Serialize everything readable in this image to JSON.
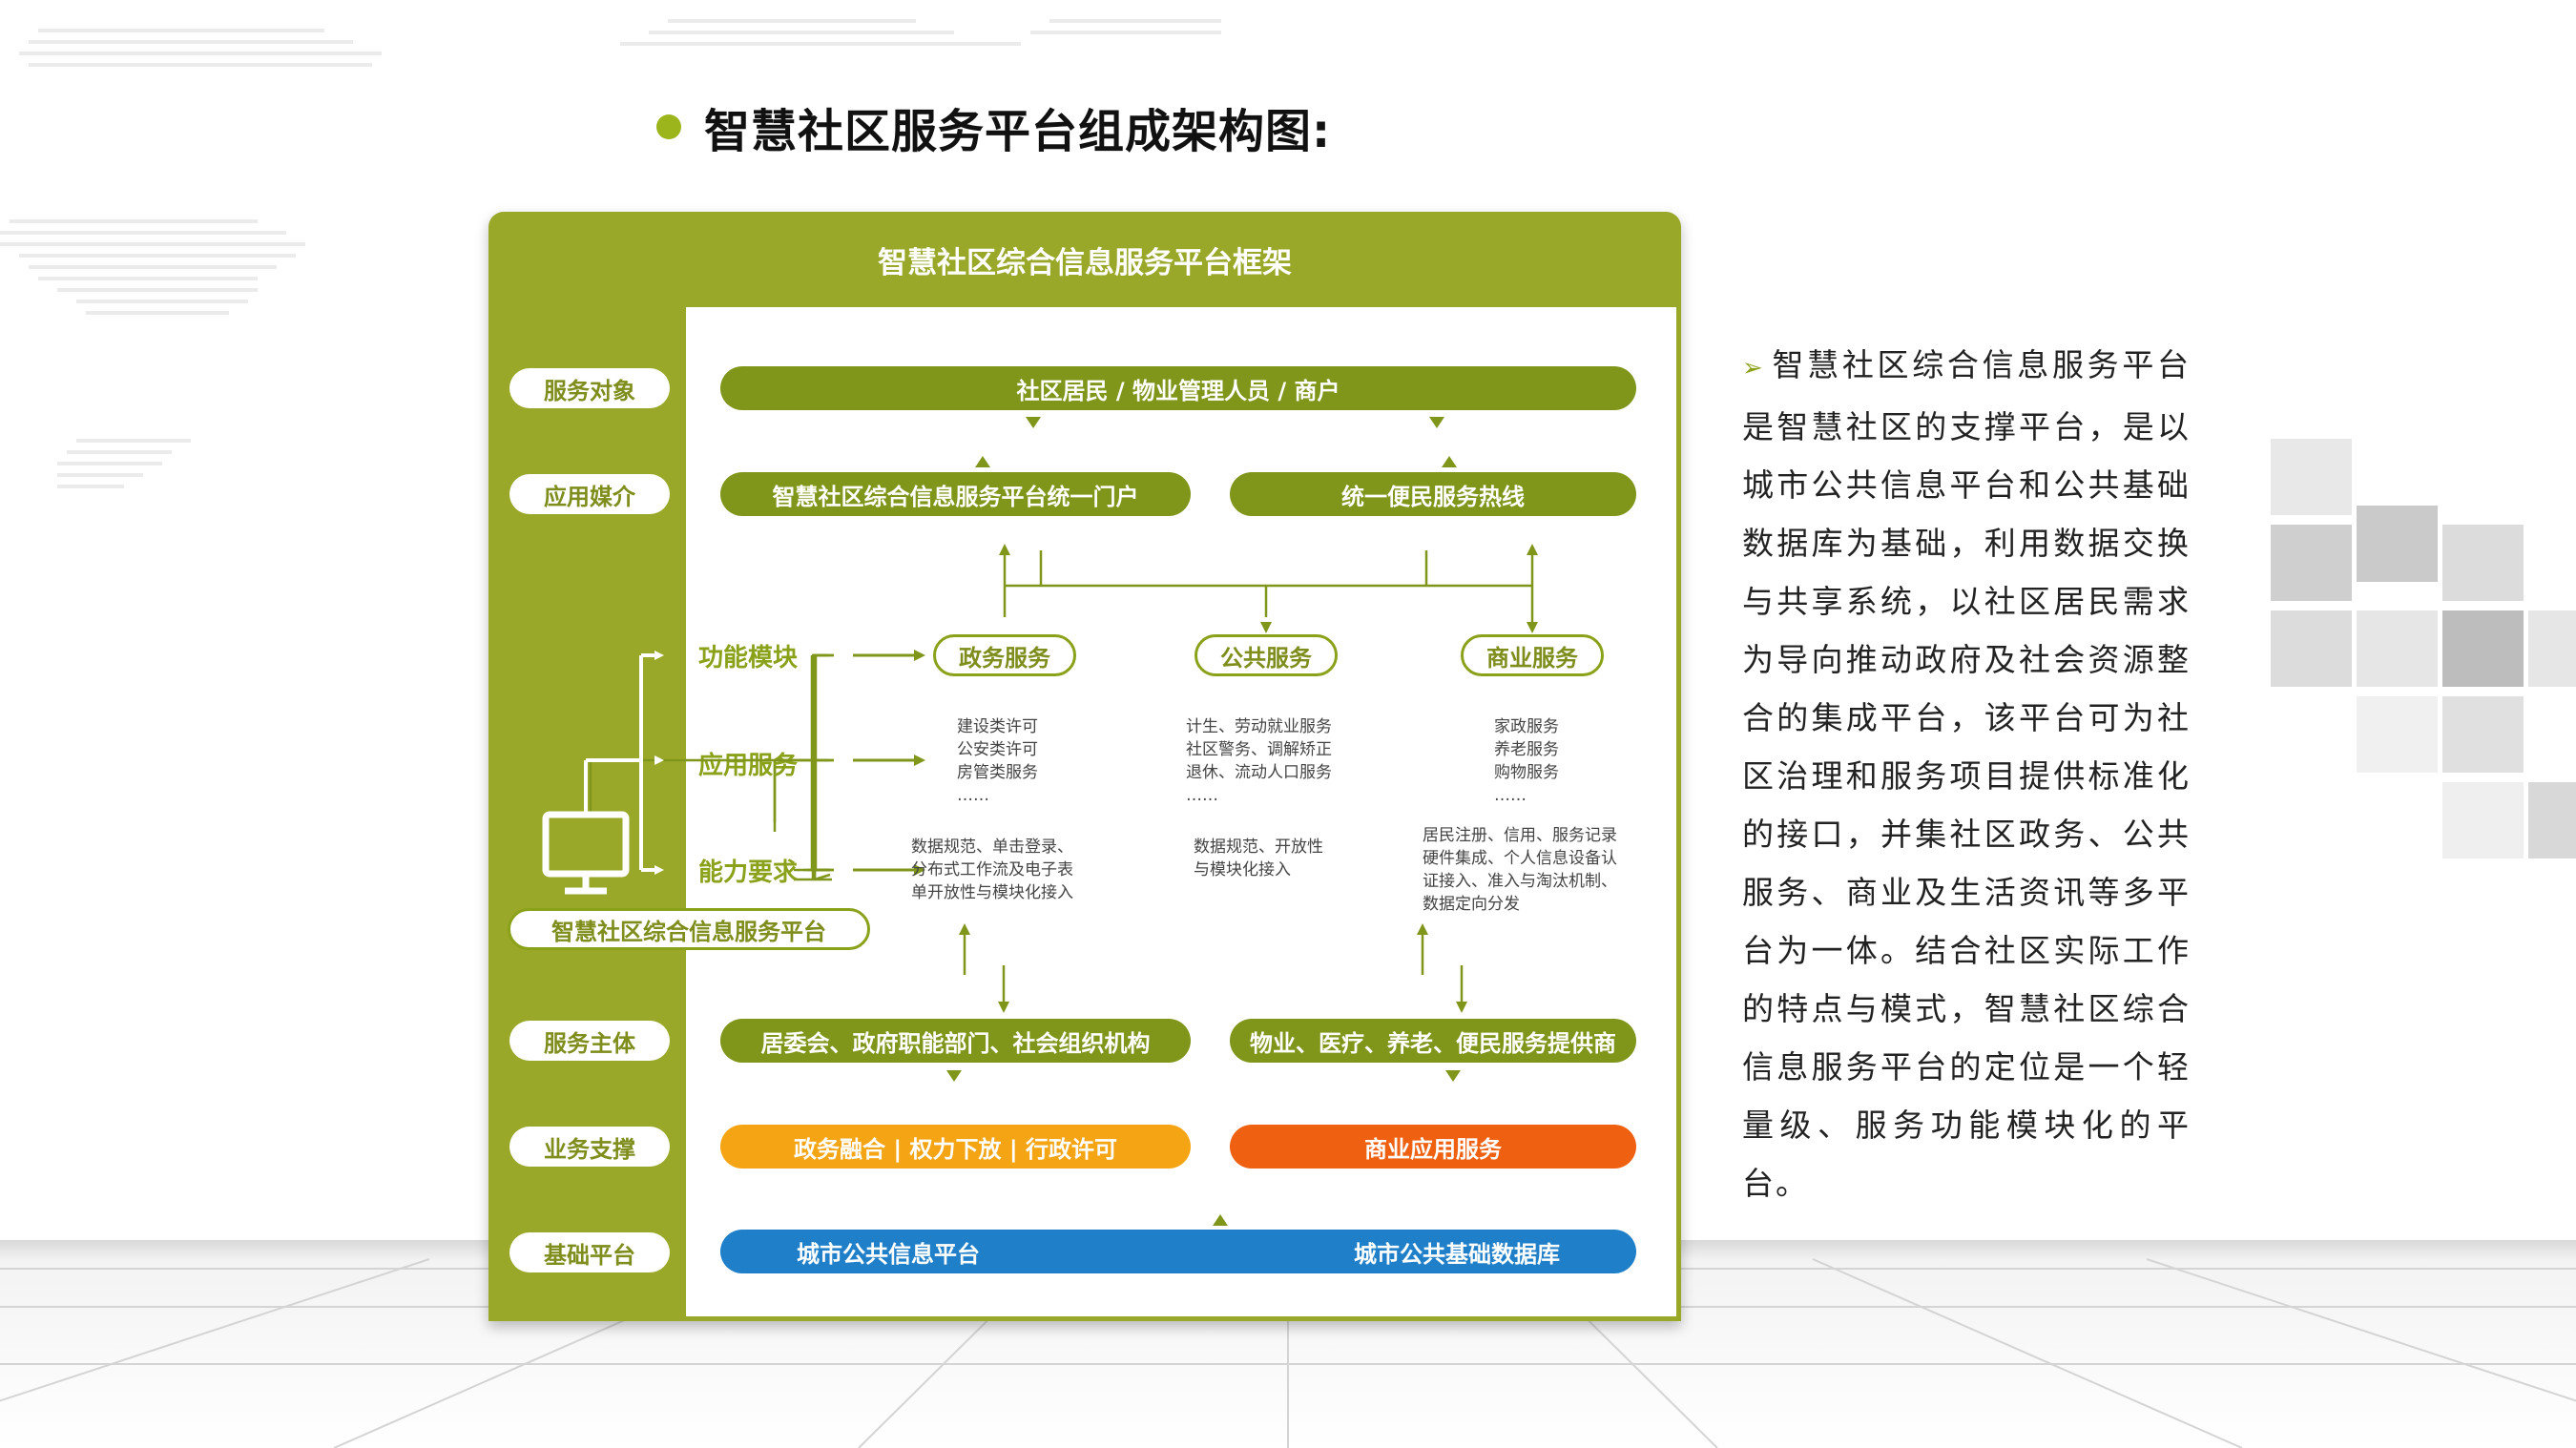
{
  "page": {
    "title": "智慧社区服务平台组成架构图:"
  },
  "framework": {
    "title": "智慧社区综合信息服务平台框架",
    "row_labels": {
      "service_object": "服务对象",
      "app_media": "应用媒介",
      "service_subject": "服务主体",
      "business_support": "业务支撑",
      "base_platform": "基础平台"
    },
    "service_object_bar": "社区居民 / 物业管理人员 / 商户",
    "app_media_bars": [
      "智慧社区综合信息服务平台统一门户",
      "统一便民服务热线"
    ],
    "module_labels": {
      "function": "功能模块",
      "app_service": "应用服务",
      "capability": "能力要求"
    },
    "modules": [
      {
        "name": "政务服务",
        "services": [
          "建设类许可",
          "公安类许可",
          "房管类服务",
          "……"
        ],
        "capabilities": [
          "数据规范、单击登录、",
          "分布式工作流及电子表",
          "单开放性与模块化接入"
        ]
      },
      {
        "name": "公共服务",
        "services": [
          "计生、劳动就业服务",
          "社区警务、调解矫正",
          "退休、流动人口服务",
          "……"
        ],
        "capabilities": [
          "数据规范、开放性",
          "与模块化接入"
        ]
      },
      {
        "name": "商业服务",
        "services": [
          "家政服务",
          "养老服务",
          "购物服务",
          "……"
        ],
        "capabilities": [
          "居民注册、信用、服务记录",
          "硬件集成、个人信息设备认",
          "证接入、准入与淘汰机制、",
          "数据定向分发"
        ]
      }
    ],
    "platform_label": "智慧社区综合信息服务平台",
    "service_subject_bars": [
      "居委会、政府职能部门、社会组织机构",
      "物业、医疗、养老、便民服务提供商"
    ],
    "business_support_bars": [
      "政务融合 | 权力下放 | 行政许可",
      "商业应用服务"
    ],
    "base_platform_bar": [
      "城市公共信息平台",
      "城市公共基础数据库"
    ]
  },
  "description": {
    "text": "智慧社区综合信息服务平台是智慧社区的支撑平台，是以城市公共信息平台和公共基础数据库为基础，利用数据交换与共享系统，以社区居民需求为导向推动政府及社会资源整合的集成平台，该平台可为社区治理和服务项目提供标准化的接口，并集社区政务、公共服务、商业及生活资讯等多平台为一体。结合社区实际工作的特点与模式，智慧社区综合信息服务平台的定位是一个轻量级、服务功能模块化的平台。"
  },
  "colors": {
    "olive": "#7f961b",
    "frame": "#9aa82a",
    "amber": "#f5a513",
    "orange": "#ef6011",
    "blue": "#1f7fc9"
  }
}
